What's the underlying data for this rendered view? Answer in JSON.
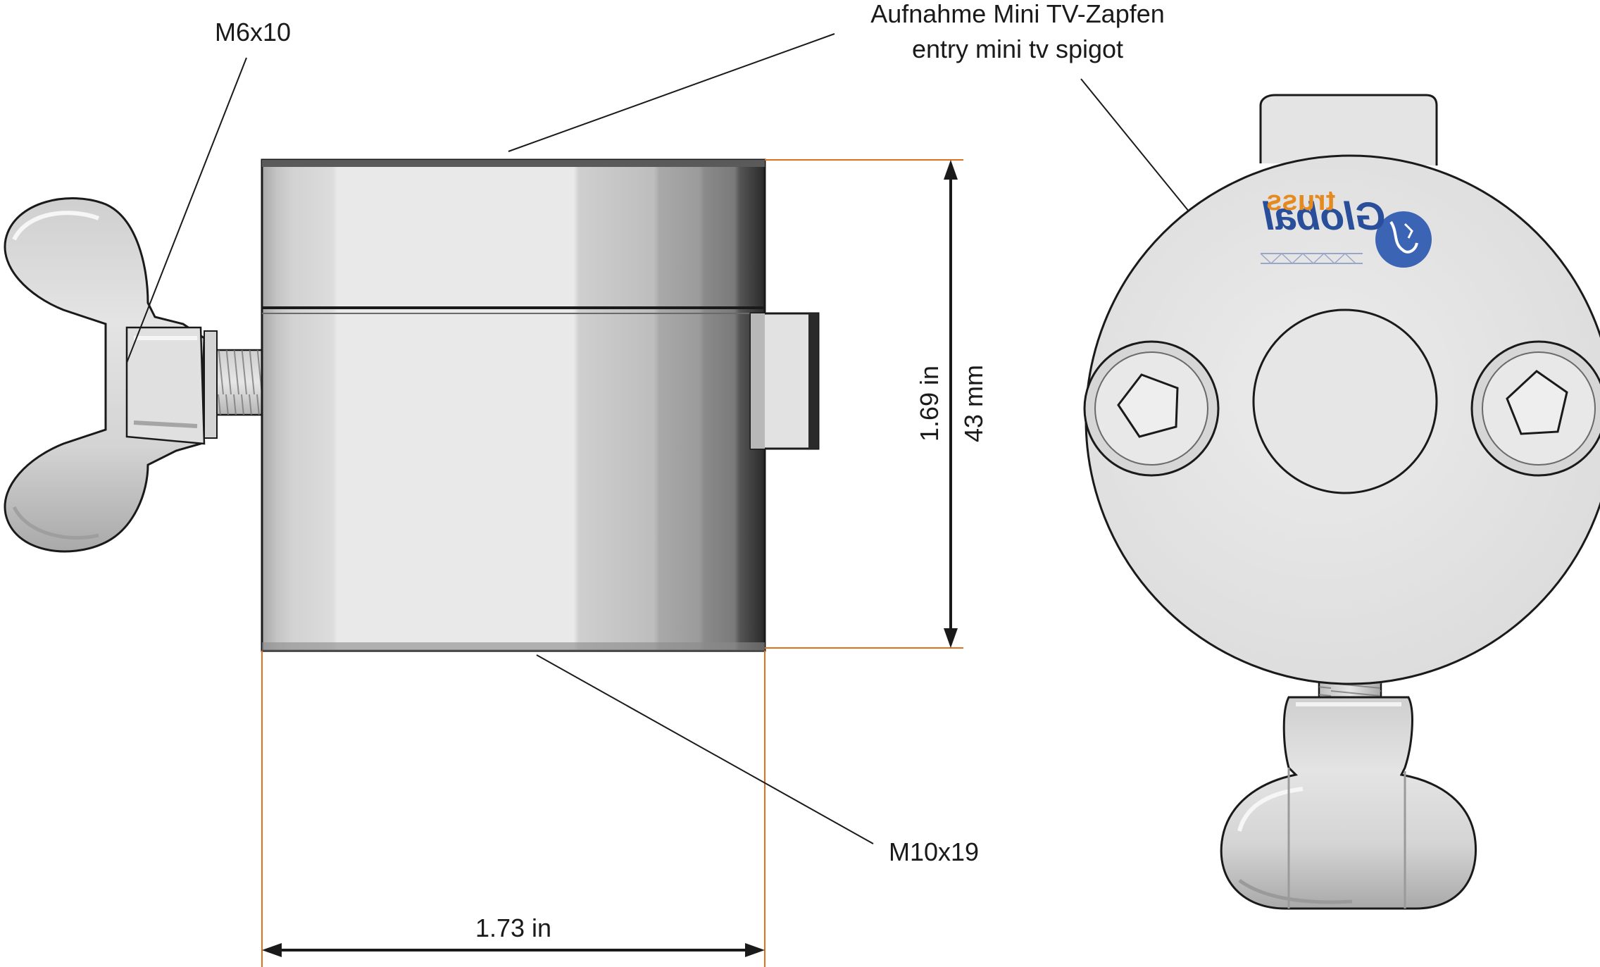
{
  "labels": {
    "thread_screw": "M6x10",
    "entry_de": "Aufnahme Mini TV-Zapfen",
    "entry_en": "entry mini tv spigot",
    "height_in": "1.69 in",
    "height_mm": "43 mm",
    "thread_bottom": "M10x19",
    "width_in": "1.73 in"
  },
  "logo": {
    "text_main": "Global",
    "text_sub": "truss"
  },
  "colors": {
    "dimension_line": "#e07020",
    "logo_orange": "#e58a1f",
    "logo_blue": "#2a4f9a",
    "outline": "#1a1a1a",
    "body_light": "#e8e8e8",
    "body_dark": "#8c8c8c"
  }
}
